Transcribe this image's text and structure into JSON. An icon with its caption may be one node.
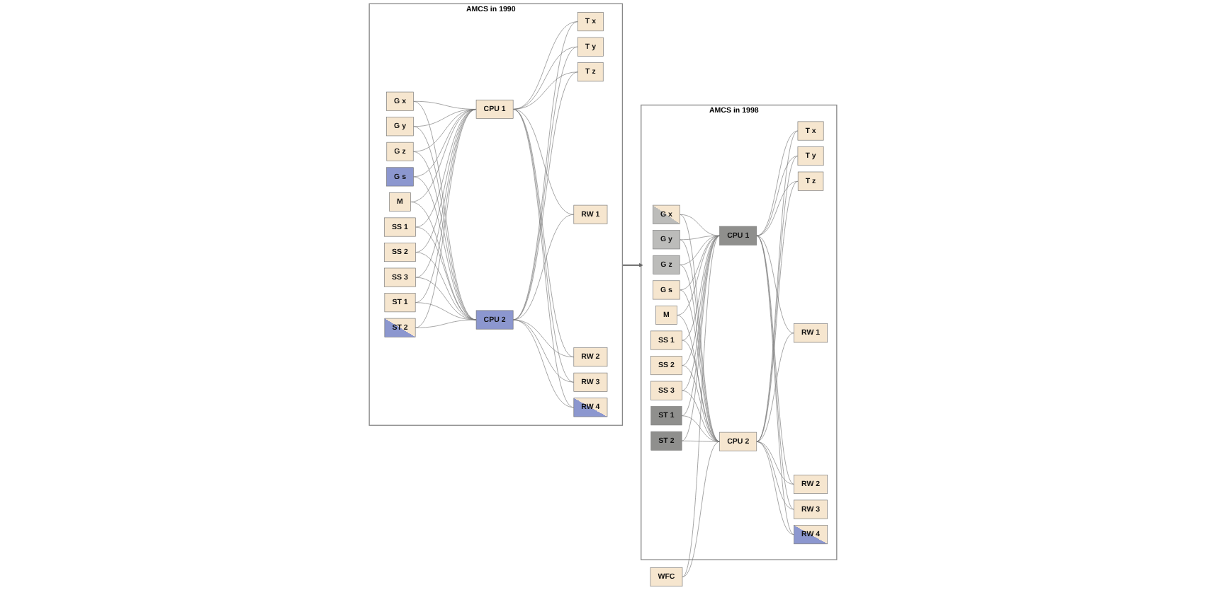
{
  "diagram": {
    "nodes": [
      {
        "text": [
          "AMCS in 1990"
        ]
      },
      {
        "text": [
          "G x"
        ],
        "in": 0
      },
      {
        "text": [
          "G y"
        ],
        "in": 0
      },
      {
        "text": [
          "G z"
        ],
        "in": 0
      },
      {
        "text": [
          "G s"
        ],
        "in": 0
      },
      {
        "text": [
          "M"
        ],
        "in": 0
      },
      {
        "text": [
          "CPU 1"
        ],
        "in": 0
      },
      {
        "text": [
          "CPU 2"
        ],
        "in": 0
      },
      {
        "text": [
          "T x"
        ],
        "in": 0
      },
      {
        "text": [
          "T y"
        ],
        "in": 0
      },
      {
        "text": [
          "T z"
        ],
        "in": 0
      },
      {
        "text": [
          "RW 1"
        ],
        "in": 0
      },
      {
        "text": [
          "RW 2"
        ],
        "in": 0
      },
      {
        "text": [
          "RW 3"
        ],
        "in": 0
      },
      {
        "text": [
          "RW 4"
        ],
        "in": 0
      },
      {
        "text": [
          "SS 1"
        ],
        "in": 0
      },
      {
        "text": [
          "SS 2"
        ],
        "in": 0
      },
      {
        "text": [
          "SS 3"
        ],
        "in": 0
      },
      {
        "text": [
          "ST 1"
        ],
        "in": 0
      },
      {
        "text": [
          "ST 2"
        ],
        "in": 0
      },
      {
        "text": [
          "AMCS in 1998"
        ]
      },
      {
        "text": [
          "G x"
        ],
        "in": 20
      },
      {
        "text": [
          "G y"
        ],
        "in": 20
      },
      {
        "text": [
          "G z"
        ],
        "in": 20
      },
      {
        "text": [
          "G s"
        ],
        "in": 20
      },
      {
        "text": [
          "M"
        ],
        "in": 20
      },
      {
        "text": [
          "CPU 1"
        ],
        "in": 20
      },
      {
        "text": [
          "CPU 2"
        ],
        "in": 20
      },
      {
        "text": [
          "T x"
        ],
        "in": 20
      },
      {
        "text": [
          "T y"
        ],
        "in": 20
      },
      {
        "text": [
          "T z"
        ],
        "in": 20
      },
      {
        "text": [
          "RW 1"
        ],
        "in": 20
      },
      {
        "text": [
          "RW 2"
        ],
        "in": 20
      },
      {
        "text": [
          "RW 3"
        ],
        "in": 20
      },
      {
        "text": [
          "RW 4"
        ],
        "in": 20
      },
      {
        "text": [
          "SS 1"
        ],
        "in": 20
      },
      {
        "text": [
          "SS 2"
        ],
        "in": 20
      },
      {
        "text": [
          "SS 3"
        ],
        "in": 20
      },
      {
        "text": [
          "ST 1"
        ],
        "in": 20
      },
      {
        "text": [
          "ST 2"
        ],
        "in": 20
      },
      {
        "text": [
          "WFC"
        ]
      }
    ],
    "edges": [
      {
        "from": 1,
        "to": 6,
        "arrow": "none"
      },
      {
        "from": 2,
        "to": 6,
        "arrow": "none"
      },
      {
        "from": 3,
        "to": 6,
        "arrow": "none"
      },
      {
        "from": 4,
        "to": 6,
        "arrow": "none"
      },
      {
        "from": 5,
        "to": 6,
        "arrow": "none"
      },
      {
        "from": 15,
        "to": 6,
        "arrow": "none"
      },
      {
        "from": 16,
        "to": 6,
        "arrow": "none"
      },
      {
        "from": 17,
        "to": 6,
        "arrow": "none"
      },
      {
        "from": 18,
        "to": 6,
        "arrow": "none"
      },
      {
        "from": 19,
        "to": 6,
        "arrow": "none"
      },
      {
        "from": 1,
        "to": 7,
        "arrow": "none"
      },
      {
        "from": 2,
        "to": 7,
        "arrow": "none"
      },
      {
        "from": 3,
        "to": 7,
        "arrow": "none"
      },
      {
        "from": 4,
        "to": 7,
        "arrow": "none"
      },
      {
        "from": 5,
        "to": 7,
        "arrow": "none"
      },
      {
        "from": 15,
        "to": 7,
        "arrow": "none"
      },
      {
        "from": 16,
        "to": 7,
        "arrow": "none"
      },
      {
        "from": 17,
        "to": 7,
        "arrow": "none"
      },
      {
        "from": 18,
        "to": 7,
        "arrow": "none"
      },
      {
        "from": 19,
        "to": 7,
        "arrow": "none"
      },
      {
        "from": 6,
        "to": 8,
        "arrow": "none"
      },
      {
        "from": 6,
        "to": 9,
        "arrow": "none"
      },
      {
        "from": 6,
        "to": 10,
        "arrow": "none"
      },
      {
        "from": 6,
        "to": 11,
        "arrow": "none"
      },
      {
        "from": 6,
        "to": 12,
        "arrow": "none"
      },
      {
        "from": 6,
        "to": 13,
        "arrow": "none"
      },
      {
        "from": 6,
        "to": 14,
        "arrow": "none"
      },
      {
        "from": 7,
        "to": 8,
        "arrow": "none"
      },
      {
        "from": 7,
        "to": 9,
        "arrow": "none"
      },
      {
        "from": 7,
        "to": 10,
        "arrow": "none"
      },
      {
        "from": 7,
        "to": 11,
        "arrow": "none"
      },
      {
        "from": 7,
        "to": 12,
        "arrow": "none"
      },
      {
        "from": 7,
        "to": 13,
        "arrow": "none"
      },
      {
        "from": 7,
        "to": 14,
        "arrow": "none"
      },
      {
        "from": 0,
        "to": 20,
        "arrow": "to"
      },
      {
        "from": 21,
        "to": 26,
        "arrow": "none"
      },
      {
        "from": 22,
        "to": 26,
        "arrow": "none"
      },
      {
        "from": 23,
        "to": 26,
        "arrow": "none"
      },
      {
        "from": 24,
        "to": 26,
        "arrow": "none"
      },
      {
        "from": 25,
        "to": 26,
        "arrow": "none"
      },
      {
        "from": 35,
        "to": 26,
        "arrow": "none"
      },
      {
        "from": 36,
        "to": 26,
        "arrow": "none"
      },
      {
        "from": 37,
        "to": 26,
        "arrow": "none"
      },
      {
        "from": 38,
        "to": 26,
        "arrow": "none"
      },
      {
        "from": 39,
        "to": 26,
        "arrow": "none"
      },
      {
        "from": 40,
        "to": 26,
        "arrow": "none"
      },
      {
        "from": 21,
        "to": 27,
        "arrow": "none"
      },
      {
        "from": 22,
        "to": 27,
        "arrow": "none"
      },
      {
        "from": 23,
        "to": 27,
        "arrow": "none"
      },
      {
        "from": 24,
        "to": 27,
        "arrow": "none"
      },
      {
        "from": 25,
        "to": 27,
        "arrow": "none"
      },
      {
        "from": 35,
        "to": 27,
        "arrow": "none"
      },
      {
        "from": 36,
        "to": 27,
        "arrow": "none"
      },
      {
        "from": 37,
        "to": 27,
        "arrow": "none"
      },
      {
        "from": 38,
        "to": 27,
        "arrow": "none"
      },
      {
        "from": 39,
        "to": 27,
        "arrow": "none"
      },
      {
        "from": 40,
        "to": 27,
        "arrow": "none"
      },
      {
        "from": 26,
        "to": 28,
        "arrow": "none"
      },
      {
        "from": 26,
        "to": 29,
        "arrow": "none"
      },
      {
        "from": 26,
        "to": 30,
        "arrow": "none"
      },
      {
        "from": 26,
        "to": 31,
        "arrow": "none"
      },
      {
        "from": 26,
        "to": 32,
        "arrow": "none"
      },
      {
        "from": 26,
        "to": 33,
        "arrow": "none"
      },
      {
        "from": 26,
        "to": 34,
        "arrow": "none"
      },
      {
        "from": 27,
        "to": 28,
        "arrow": "none"
      },
      {
        "from": 27,
        "to": 29,
        "arrow": "none"
      },
      {
        "from": 27,
        "to": 30,
        "arrow": "none"
      },
      {
        "from": 27,
        "to": 31,
        "arrow": "none"
      },
      {
        "from": 27,
        "to": 32,
        "arrow": "none"
      },
      {
        "from": 27,
        "to": 33,
        "arrow": "none"
      },
      {
        "from": 27,
        "to": 34,
        "arrow": "none"
      }
    ]
  }
}
